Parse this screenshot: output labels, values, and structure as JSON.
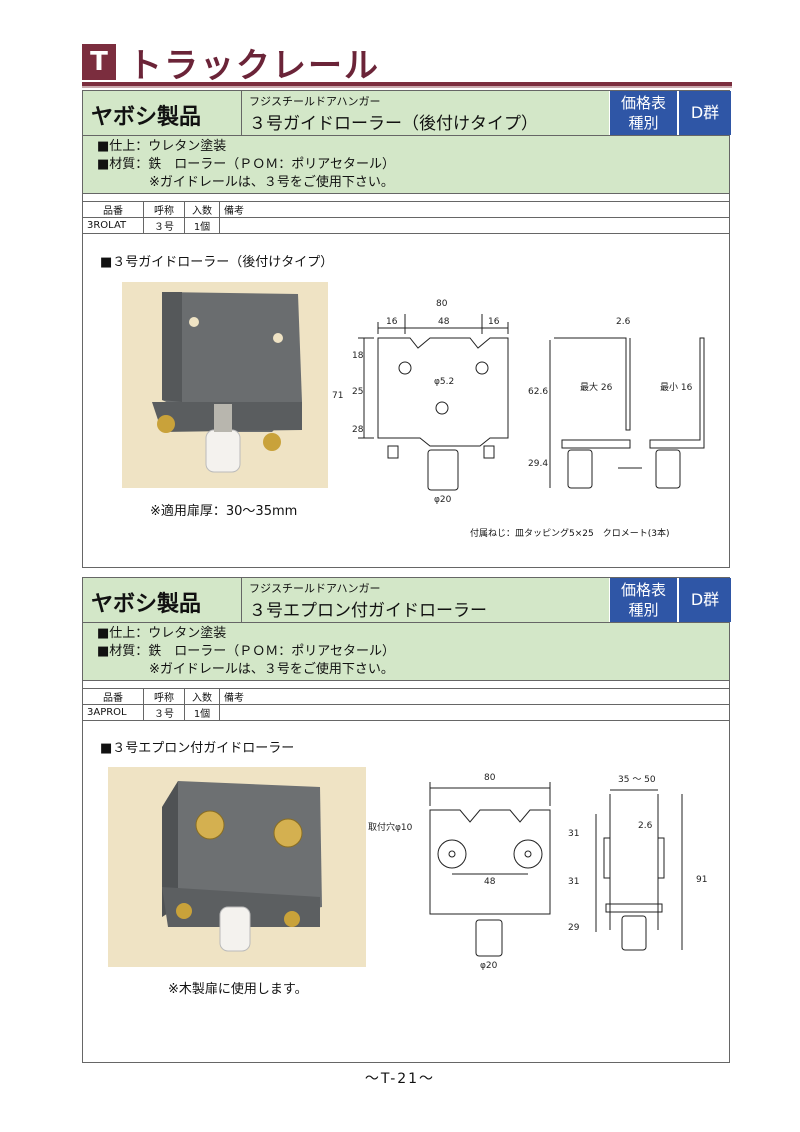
{
  "header": {
    "badge": "T",
    "title": "トラックレール"
  },
  "sections": [
    {
      "maker": "ヤボシ製品",
      "subtitle": "フジスチールドアハンガー",
      "product_name": "３号ガイドローラー（後付けタイプ）",
      "price_label_1": "価格表",
      "price_label_2": "種別",
      "group": "D群",
      "spec_lines": [
        "■仕上：ウレタン塗装",
        "■材質：鉄　ローラー（ＰＯＭ：ポリアセタール）",
        "　　　　※ガイドレールは、３号をご使用下さい。"
      ],
      "table_headers": [
        "品番",
        "呼称",
        "入数",
        "備考"
      ],
      "table_row": [
        "3ROLAT",
        "３号",
        "1個",
        ""
      ],
      "figure_caption": "■３号ガイドローラー（後付けタイプ）",
      "photo_caption": "※適用扉厚：30〜35mm",
      "dims": {
        "total": "80",
        "d16a": "16",
        "d48": "48",
        "d16b": "16",
        "h71": "71",
        "h18": "18",
        "h25": "25",
        "h28": "28",
        "hole": "φ5.2",
        "roller": "φ20",
        "t26": "2.6",
        "h626": "62.6",
        "h294": "29.4",
        "max": "最大 26",
        "min": "最小 16"
      },
      "note": "付属ねじ：皿タッピング5×25　クロメート(3本)"
    },
    {
      "maker": "ヤボシ製品",
      "subtitle": "フジスチールドアハンガー",
      "product_name": "３号エプロン付ガイドローラー",
      "price_label_1": "価格表",
      "price_label_2": "種別",
      "group": "D群",
      "spec_lines": [
        "■仕上：ウレタン塗装",
        "■材質：鉄　ローラー（ＰＯＭ：ポリアセタール）",
        "　　　　※ガイドレールは、３号をご使用下さい。"
      ],
      "table_headers": [
        "品番",
        "呼称",
        "入数",
        "備考"
      ],
      "table_row": [
        "3APROL",
        "３号",
        "1個",
        ""
      ],
      "figure_caption": "■３号エプロン付ガイドローラー",
      "photo_caption": "※木製扉に使用します。",
      "dims": {
        "total": "80",
        "hole": "取付穴φ10",
        "d48": "48",
        "roller": "φ20",
        "w": "35 〜 50",
        "t26": "2.6",
        "h31a": "31",
        "h31b": "31",
        "h29": "29",
        "h91": "91"
      }
    }
  ],
  "footer": "〜T-21〜",
  "colors": {
    "accent": "#7b2d3e",
    "section_bg": "#d3e7c8",
    "price_box": "#2f56a6"
  }
}
